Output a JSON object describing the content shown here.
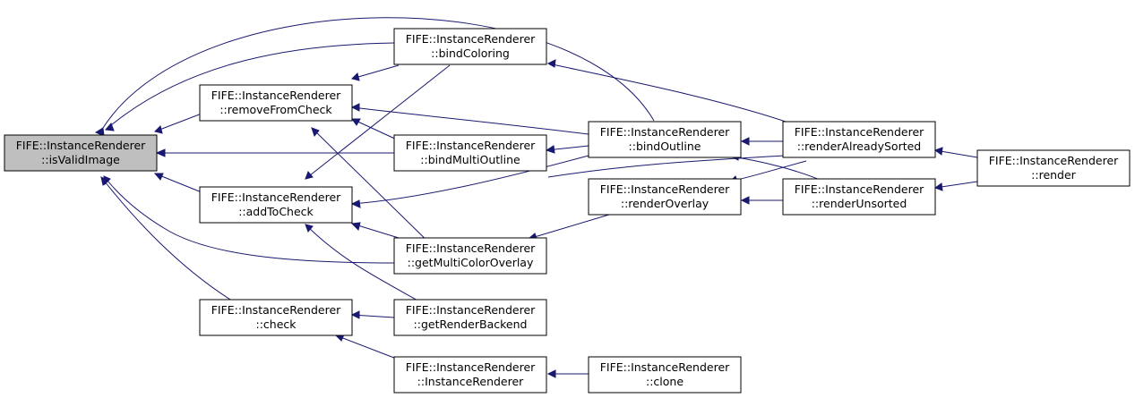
{
  "nodes": {
    "isValidImage": {
      "line1": "FIFE::InstanceRenderer",
      "line2": "::isValidImage"
    },
    "removeFromCheck": {
      "line1": "FIFE::InstanceRenderer",
      "line2": "::removeFromCheck"
    },
    "addToCheck": {
      "line1": "FIFE::InstanceRenderer",
      "line2": "::addToCheck"
    },
    "check": {
      "line1": "FIFE::InstanceRenderer",
      "line2": "::check"
    },
    "bindColoring": {
      "line1": "FIFE::InstanceRenderer",
      "line2": "::bindColoring"
    },
    "bindMultiOutline": {
      "line1": "FIFE::InstanceRenderer",
      "line2": "::bindMultiOutline"
    },
    "getMultiColorOverlay": {
      "line1": "FIFE::InstanceRenderer",
      "line2": "::getMultiColorOverlay"
    },
    "getRenderBackend": {
      "line1": "FIFE::InstanceRenderer",
      "line2": "::getRenderBackend"
    },
    "InstanceRenderer": {
      "line1": "FIFE::InstanceRenderer",
      "line2": "::InstanceRenderer"
    },
    "bindOutline": {
      "line1": "FIFE::InstanceRenderer",
      "line2": "::bindOutline"
    },
    "renderOverlay": {
      "line1": "FIFE::InstanceRenderer",
      "line2": "::renderOverlay"
    },
    "clone": {
      "line1": "FIFE::InstanceRenderer",
      "line2": "::clone"
    },
    "renderAlreadySorted": {
      "line1": "FIFE::InstanceRenderer",
      "line2": "::renderAlreadySorted"
    },
    "renderUnsorted": {
      "line1": "FIFE::InstanceRenderer",
      "line2": "::renderUnsorted"
    },
    "render": {
      "line1": "FIFE::InstanceRenderer",
      "line2": "::render"
    }
  },
  "colors": {
    "edge": "#191970",
    "focus_fill": "#bfbfbf"
  }
}
